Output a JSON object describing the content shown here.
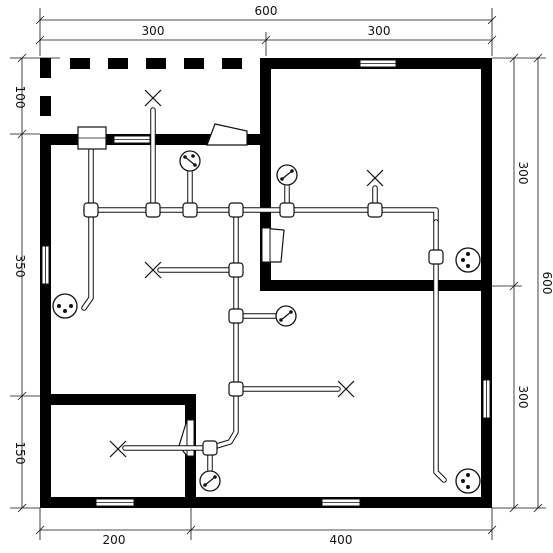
{
  "drawing": {
    "dimensions": {
      "overall_width": "600",
      "top_left_width": "300",
      "top_right_width": "300",
      "left_top_height": "100",
      "left_mid_height": "350",
      "left_bottom_height": "150",
      "right_upper_height": "300",
      "right_lower_height": "300",
      "right_overall_height": "600",
      "bottom_left_width": "200",
      "bottom_right_width": "400"
    },
    "symbols": {
      "outlet": "electrical-outlet-icon",
      "switch": "light-switch-icon",
      "lamp": "ceiling-lamp-icon"
    }
  }
}
